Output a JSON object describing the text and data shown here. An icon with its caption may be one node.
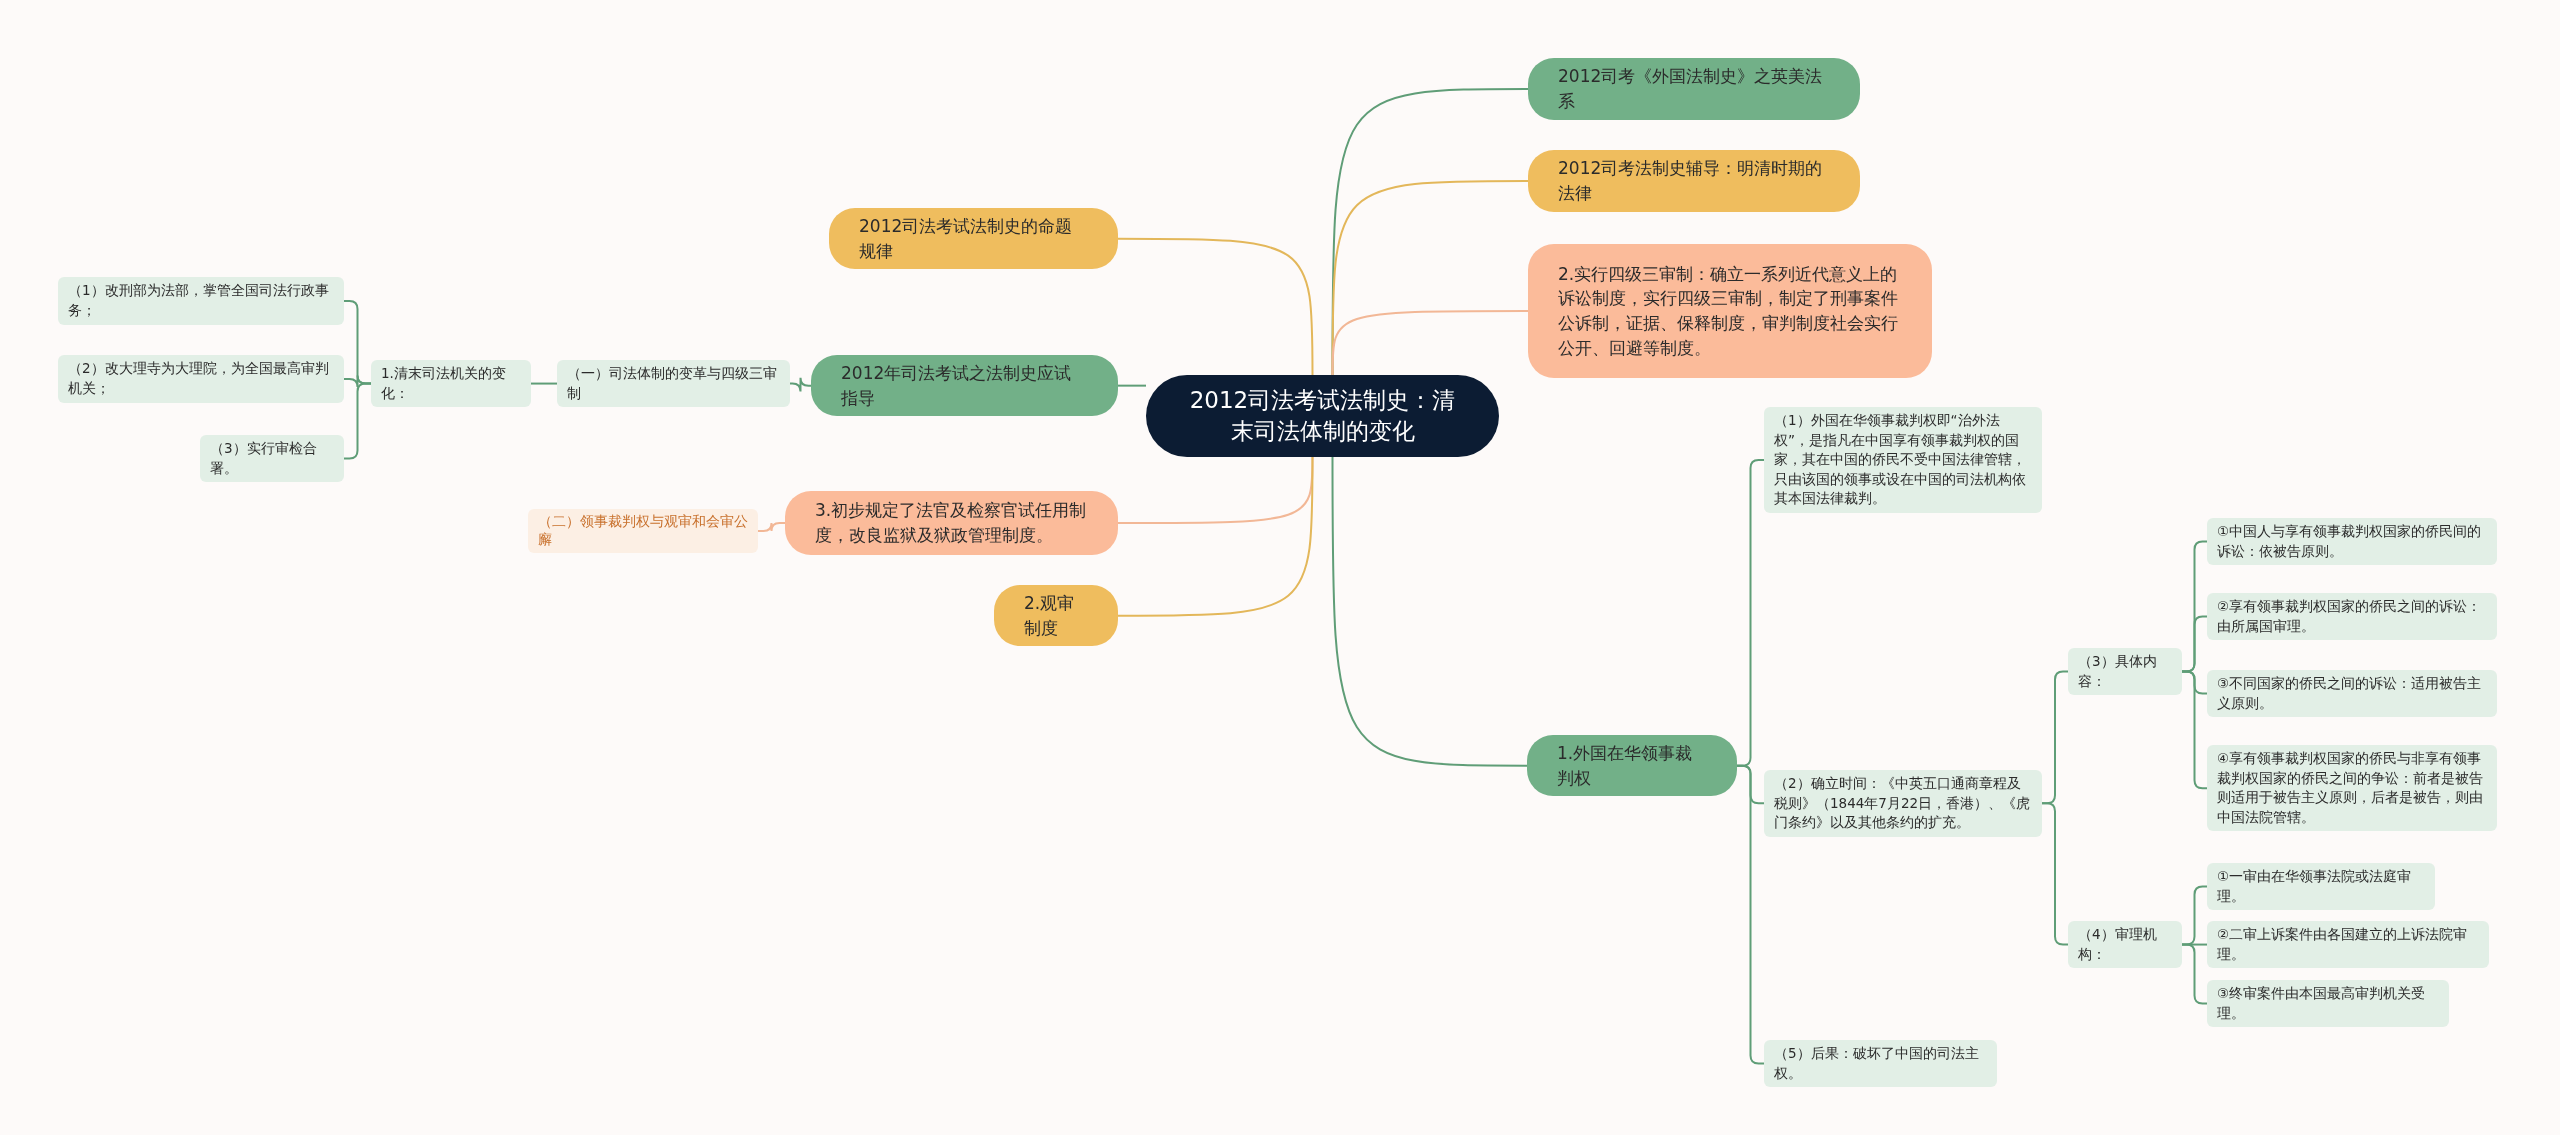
{
  "diagram": {
    "nodes": [
      {
        "text": [
          "2012司法考试法制史：清末司法体制的变化"
        ]
      },
      {
        "text": [
          "2012司考《外国法制史》之英美法系"
        ]
      },
      {
        "text": [
          "2012司考法制史辅导：明清时期的法律"
        ]
      },
      {
        "text": [
          "2.实行四级三审制：确立一系列近代意义上的诉讼制度，实行四级三审制，制定了刑事案件公诉制，证据、保释制度，审判制度社会实行公开、回避等制度。"
        ]
      },
      {
        "text": [
          "2012司法考试法制史的命题规律"
        ]
      },
      {
        "text": [
          "2012年司法考试之法制史应试指导"
        ]
      },
      {
        "text": [
          "（一）司法体制的变革与四级三审制"
        ]
      },
      {
        "text": [
          "1.清末司法机关的变化："
        ]
      },
      {
        "text": [
          "（1）改刑部为法部，掌管全国司法行政事务；"
        ]
      },
      {
        "text": [
          "（2）改大理寺为大理院，为全国最高审判机关；"
        ]
      },
      {
        "text": [
          "（3）实行审检合署。"
        ]
      },
      {
        "text": [
          "3.初步规定了法官及检察官试任用制度，改良监狱及狱政管理制度。"
        ]
      },
      {
        "text": [
          "（二）领事裁判权与观审和会审公廨"
        ]
      },
      {
        "text": [
          "2.观审制度"
        ]
      },
      {
        "text": [
          "1.外国在华领事裁判权"
        ]
      },
      {
        "text": [
          "（1）外国在华领事裁判权即“治外法权”，是指凡在中国享有领事裁判权的国家，其在中国的侨民不受中国法律管辖，只由该国的领事或设在中国的司法机构依其本国法律裁判。"
        ]
      },
      {
        "text": [
          "（2）确立时间：《中英五口通商章程及税则》（1844年7月22日，香港）、《虎门条约》以及其他条约的扩充。"
        ]
      },
      {
        "text": [
          "（3）具体内容："
        ]
      },
      {
        "text": [
          "①中国人与享有领事裁判权国家的侨民间的诉讼：依被告原则。"
        ]
      },
      {
        "text": [
          "②享有领事裁判权国家的侨民之间的诉讼：由所属国审理。"
        ]
      },
      {
        "text": [
          "③不同国家的侨民之间的诉讼：适用被告主义原则。"
        ]
      },
      {
        "text": [
          "④享有领事裁判权国家的侨民与非享有领事裁判权国家的侨民之间的争讼：前者是被告则适用于被告主义原则，后者是被告，则由中国法院管辖。"
        ]
      },
      {
        "text": [
          "（4）审理机构："
        ]
      },
      {
        "text": [
          "①一审由在华领事法院或法庭审理。"
        ]
      },
      {
        "text": [
          "②二审上诉案件由各国建立的上诉法院审理。"
        ]
      },
      {
        "text": [
          "③终审案件由本国最高审判机关受理。"
        ]
      },
      {
        "text": [
          "（5）后果：破坏了中国的司法主权。"
        ]
      }
    ],
    "edges": [
      {
        "from": 0,
        "to": 1,
        "arrow": "none"
      },
      {
        "from": 0,
        "to": 2,
        "arrow": "none",
        "color": "#e3b75a"
      },
      {
        "from": 0,
        "to": 3,
        "arrow": "none",
        "color": "#f2b796"
      },
      {
        "from": 0,
        "to": 4,
        "arrow": "none",
        "color": "#e3b75a"
      },
      {
        "from": 0,
        "to": 5,
        "arrow": "none"
      },
      {
        "from": 5,
        "to": 6,
        "arrow": "none"
      },
      {
        "from": 6,
        "to": 7,
        "arrow": "none"
      },
      {
        "from": 7,
        "to": 8,
        "arrow": "none"
      },
      {
        "from": 7,
        "to": 9,
        "arrow": "none"
      },
      {
        "from": 7,
        "to": 10,
        "arrow": "none"
      },
      {
        "from": 0,
        "to": 11,
        "arrow": "none",
        "color": "#f2b796"
      },
      {
        "from": 11,
        "to": 12,
        "arrow": "none",
        "color": "#f2b796"
      },
      {
        "from": 0,
        "to": 13,
        "arrow": "none",
        "color": "#e3b75a"
      },
      {
        "from": 0,
        "to": 14,
        "arrow": "none"
      },
      {
        "from": 14,
        "to": 15,
        "arrow": "none"
      },
      {
        "from": 14,
        "to": 16,
        "arrow": "none"
      },
      {
        "from": 16,
        "to": 17,
        "arrow": "none"
      },
      {
        "from": 17,
        "to": 18,
        "arrow": "none"
      },
      {
        "from": 17,
        "to": 19,
        "arrow": "none"
      },
      {
        "from": 17,
        "to": 20,
        "arrow": "none"
      },
      {
        "from": 17,
        "to": 21,
        "arrow": "none"
      },
      {
        "from": 16,
        "to": 22,
        "arrow": "none"
      },
      {
        "from": 22,
        "to": 23,
        "arrow": "none"
      },
      {
        "from": 22,
        "to": 24,
        "arrow": "none"
      },
      {
        "from": 22,
        "to": 25,
        "arrow": "none"
      },
      {
        "from": 14,
        "to": 26,
        "arrow": "none"
      }
    ]
  }
}
